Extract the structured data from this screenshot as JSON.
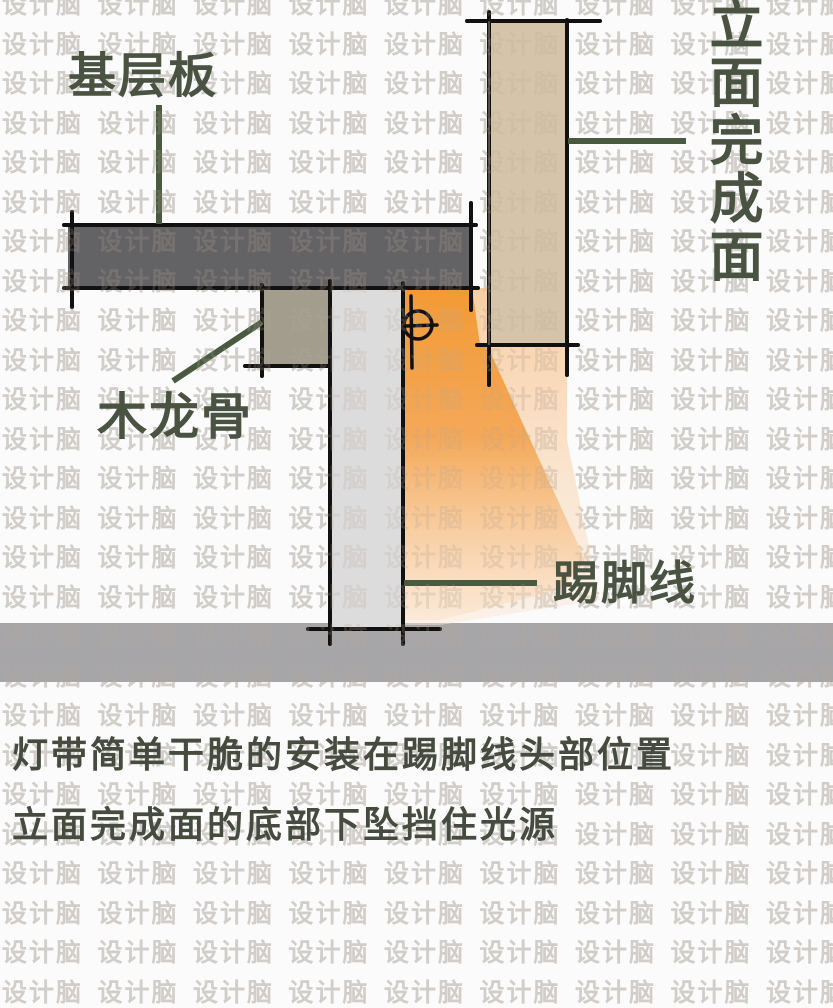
{
  "labels": {
    "base_board": "基层板",
    "wood_keel": "木龙骨",
    "elevation_finish": "立面完成面",
    "skirting": "踢脚线"
  },
  "captions": [
    "灯带简单干脆的安装在踢脚线头部位置",
    "立面完成面的底部下坠挡住光源"
  ],
  "watermark": {
    "text": "设计脑",
    "color": "#d9d9d9"
  },
  "colors": {
    "background": "#fbfbfb",
    "base_board": "#636264",
    "wood_keel": "#a39d8e",
    "skirting": "#dcdcdc",
    "elevation_panel": "#d6c4aa",
    "floor": "#a6a5a8",
    "light_beam": "#f29a35",
    "label_text": "#4a5242",
    "outline": "#111111"
  },
  "icons": {
    "light_source": "led-light-symbol-icon"
  }
}
